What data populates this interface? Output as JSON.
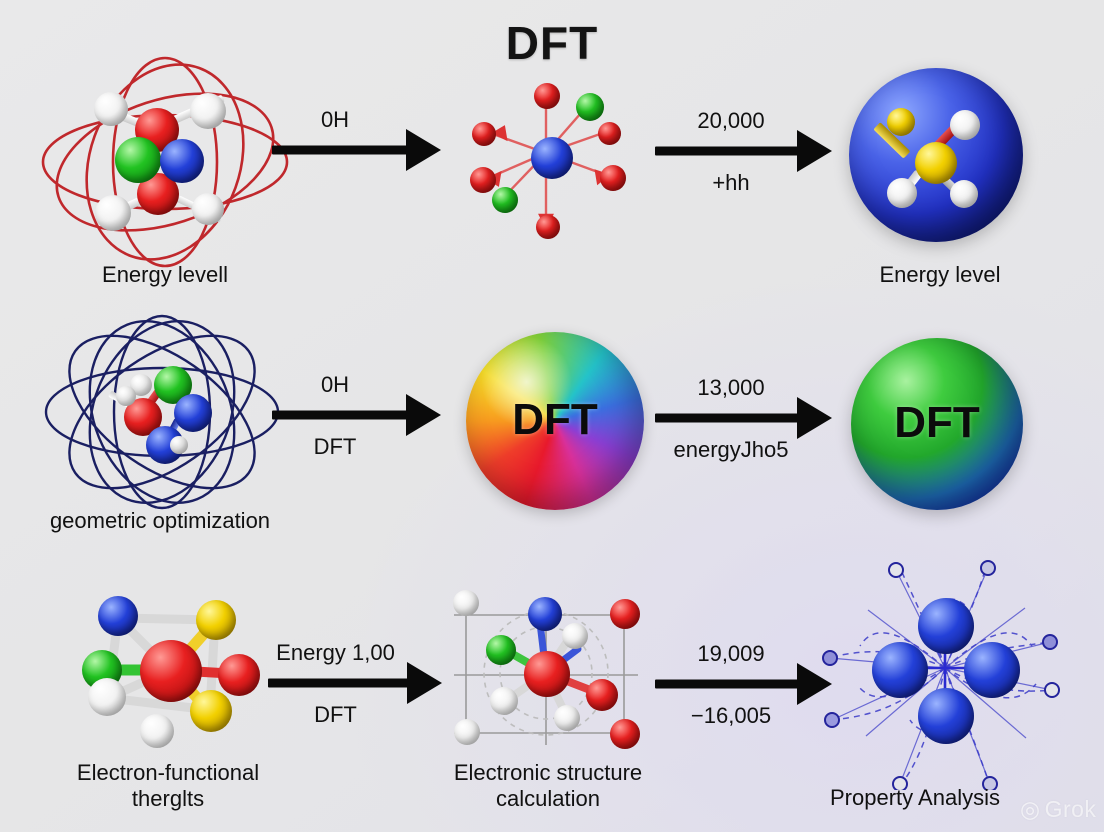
{
  "title": "DFT",
  "watermark": "Grok",
  "nodes": {
    "top_left": {
      "caption": "Energy levell",
      "type": "atom-orbital-red"
    },
    "top_center": {
      "caption": "",
      "type": "octahedral-complex"
    },
    "top_right": {
      "caption": "Energy level",
      "type": "blue-sphere-molecule"
    },
    "mid_left": {
      "caption": "geometric optimization",
      "type": "atom-orbital-navy"
    },
    "mid_center": {
      "caption": "",
      "label": "DFT",
      "type": "rainbow-sphere"
    },
    "mid_right": {
      "caption": "",
      "label": "DFT",
      "type": "green-blue-sphere"
    },
    "bottom_left": {
      "caption": "Electron-functional\ntherglts",
      "type": "ball-stick-cluster"
    },
    "bottom_center": {
      "caption": "Electronic structure\ncalculation",
      "type": "grid-molecule"
    },
    "bottom_right": {
      "caption": "Property Analysis",
      "type": "network-graph"
    }
  },
  "arrows": [
    {
      "id": "a1",
      "top": "0H",
      "bottom": ""
    },
    {
      "id": "a2",
      "top": "20,000",
      "bottom": "+hh"
    },
    {
      "id": "a3",
      "top": "0H",
      "bottom": "DFT"
    },
    {
      "id": "a4",
      "top": "13,000",
      "bottom": "energyJho5"
    },
    {
      "id": "a5",
      "top": "Energy 1,00",
      "bottom": "DFT"
    },
    {
      "id": "a6",
      "top": "19,009",
      "bottom": "−16,005"
    },
    {
      "id": "a7",
      "top": "",
      "bottom": ""
    },
    {
      "id": "a8",
      "top": "",
      "bottom": ""
    },
    {
      "id": "a9",
      "top": "",
      "bottom": ""
    }
  ],
  "colors": {
    "background": "#e6e6e7",
    "arrow": "#0a0a0a",
    "text": "#111111",
    "atom_red": "#e82020",
    "atom_green": "#22c322",
    "atom_blue": "#2340d8",
    "atom_white": "#f2f2f2",
    "atom_yellow": "#f2d000",
    "sphere_blue": "#2232c8",
    "sphere_green": "#22a82c",
    "network_blue": "#2a2ad0"
  }
}
